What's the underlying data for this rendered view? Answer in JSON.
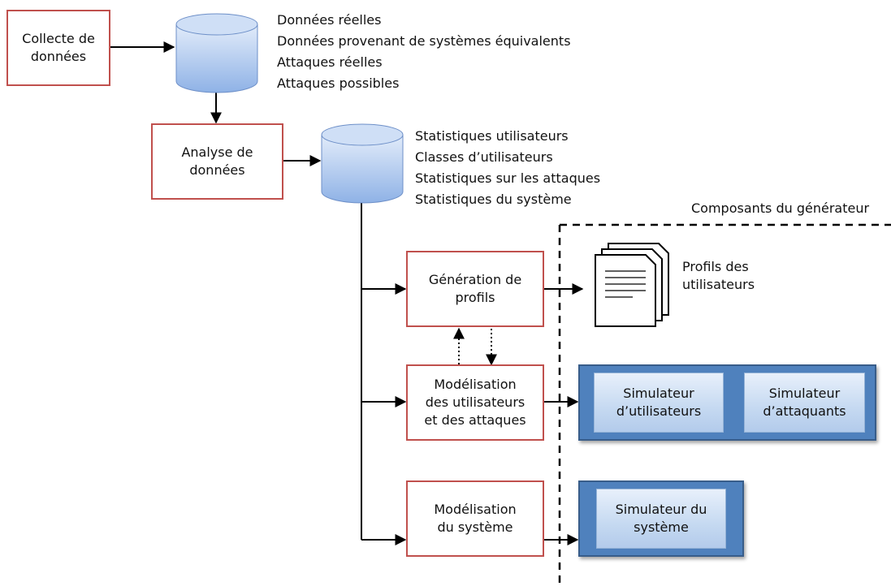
{
  "boxes": {
    "collecte": "Collecte de\ndonnées",
    "analyse": "Analyse de\ndonnées",
    "generation": "Génération de\nprofils",
    "modelisation_utilisateurs": "Modélisation\ndes utilisateurs\net des attaques",
    "modelisation_systeme": "Modélisation\ndu système"
  },
  "database1_items": [
    "Données réelles",
    "Données provenant de systèmes équivalents",
    "Attaques réelles",
    "Attaques possibles"
  ],
  "database2_items": [
    "Statistiques utilisateurs",
    "Classes d’utilisateurs",
    "Statistiques sur les attaques",
    "Statistiques du système"
  ],
  "generator_components_label": "Composants du générateur",
  "profiles_label": "Profils des\nutilisateurs",
  "simulators": {
    "utilisateurs": "Simulateur\nd’utilisateurs",
    "attaquants": "Simulateur\nd’attaquants",
    "systeme": "Simulateur du\nsystème"
  },
  "colors": {
    "box_border": "#c0504d",
    "panel_fill": "#4f81bd",
    "simulator_fill": "#c5d9f1",
    "cylinder_fill": "#a7c3ec"
  }
}
